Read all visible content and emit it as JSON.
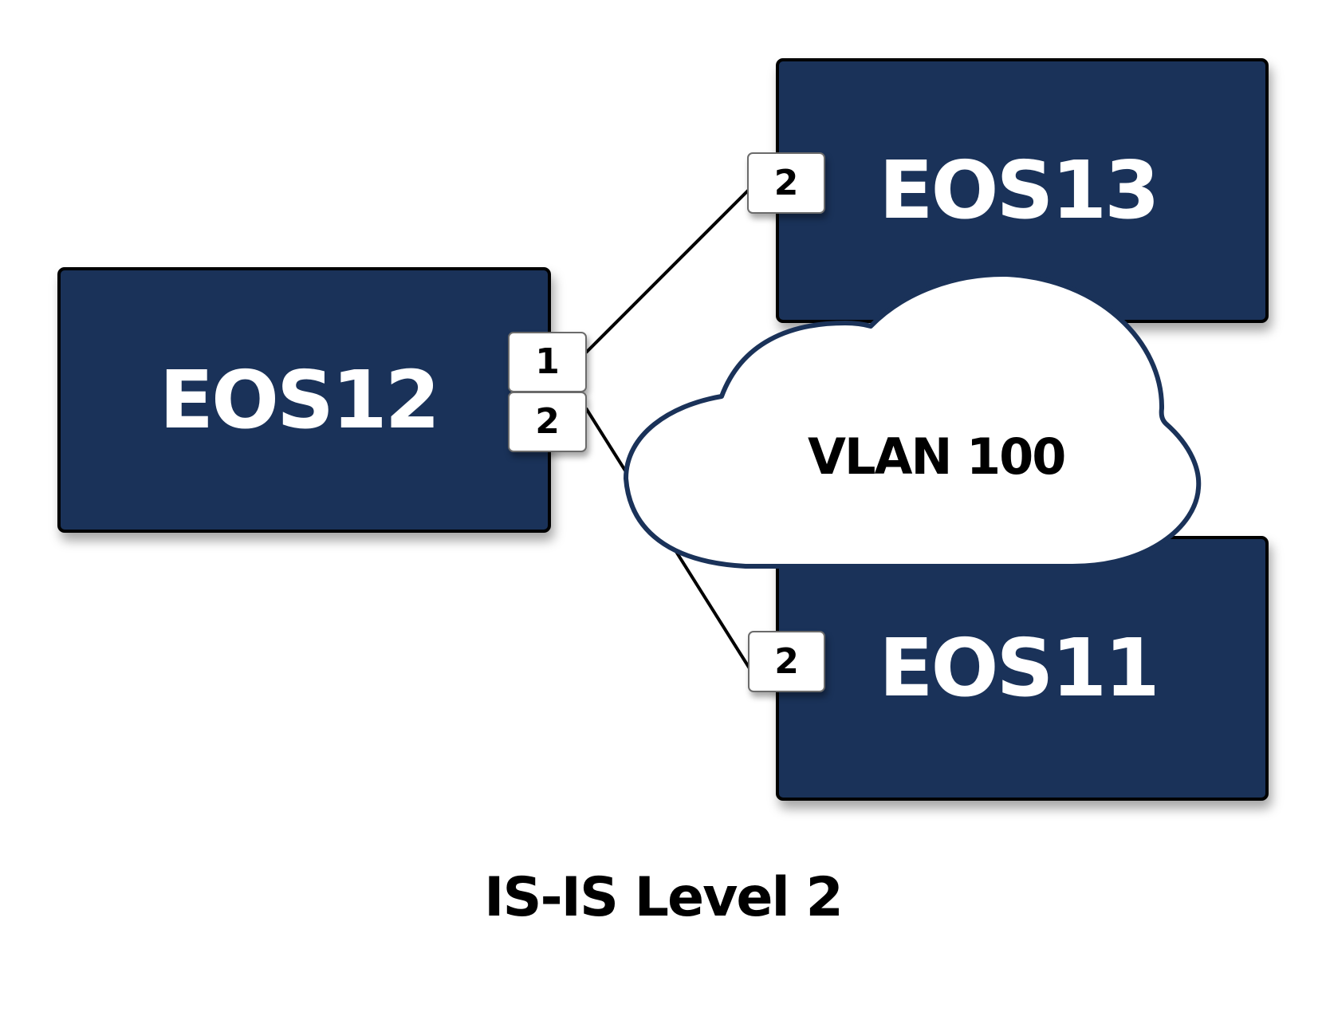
{
  "diagram": {
    "title": "IS-IS Level 2",
    "colors": {
      "node_fill": "#1a3259",
      "node_text": "#ffffff",
      "cloud_stroke": "#1a3259",
      "link": "#000000"
    },
    "nodes": [
      {
        "id": "EOS12",
        "label": "EOS12",
        "ports": [
          "1",
          "2"
        ]
      },
      {
        "id": "EOS13",
        "label": "EOS13",
        "ports": [
          "2"
        ]
      },
      {
        "id": "EOS11",
        "label": "EOS11",
        "ports": [
          "2"
        ]
      }
    ],
    "segment": {
      "label": "VLAN 100",
      "type": "cloud"
    },
    "links": [
      {
        "from": "EOS12",
        "from_port": "1",
        "to": "EOS13",
        "to_port": "2"
      },
      {
        "from": "EOS12",
        "from_port": "2",
        "to": "EOS11",
        "to_port": "2",
        "via": "VLAN 100"
      }
    ]
  }
}
